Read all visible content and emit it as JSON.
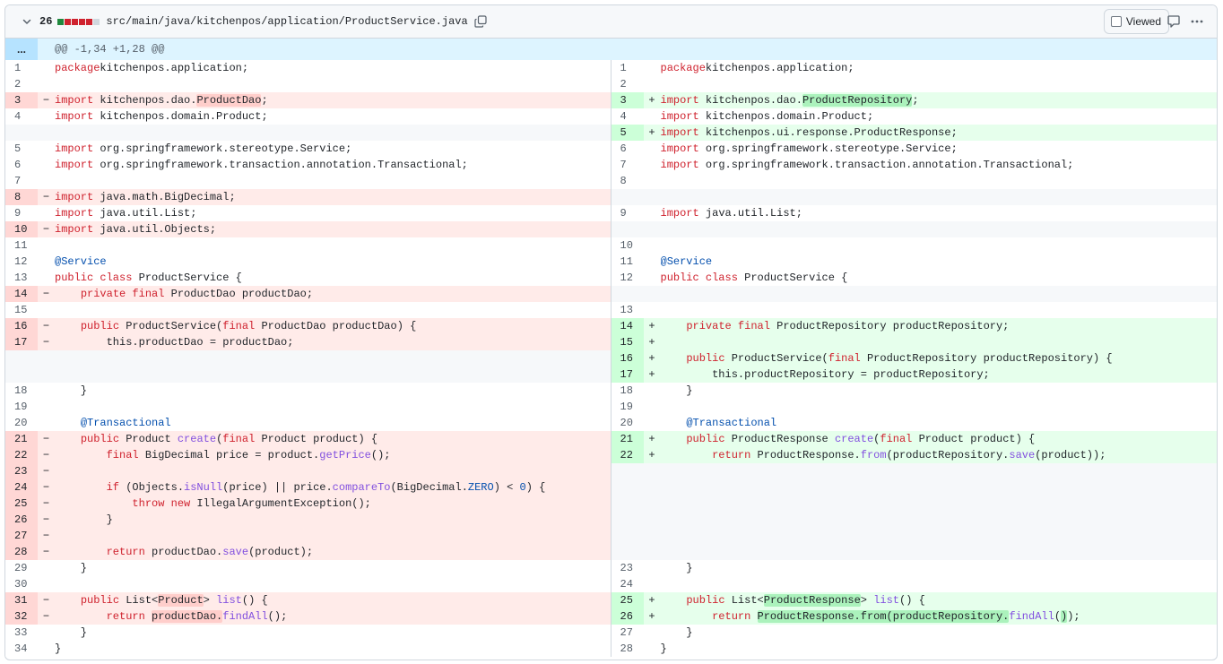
{
  "file": {
    "change_count": "26",
    "path": "src/main/java/kitchenpos/application/ProductService.java",
    "viewed_label": "Viewed",
    "diffstat_colors": [
      "#1f883d",
      "#cf222e",
      "#cf222e",
      "#cf222e",
      "#cf222e",
      "#d0d7de"
    ]
  },
  "hunk": {
    "expand_label": "...",
    "header": "@@ -1,34 +1,28 @@"
  },
  "rows": [
    {
      "l": {
        "t": "ctx",
        "n": "1",
        "c": [
          [
            "k",
            "package"
          ],
          [
            "",
            "kitchenpos.application;"
          ]
        ]
      },
      "r": {
        "t": "ctx",
        "n": "1",
        "c": [
          [
            "k",
            "package"
          ],
          [
            "",
            "kitchenpos.application;"
          ]
        ]
      }
    },
    {
      "l": {
        "t": "ctx",
        "n": "2",
        "c": []
      },
      "r": {
        "t": "ctx",
        "n": "2",
        "c": []
      }
    },
    {
      "l": {
        "t": "del",
        "n": "3",
        "c": [
          [
            "k",
            "import"
          ],
          [
            "",
            " kitchenpos.dao."
          ],
          [
            "hd",
            "ProductDao"
          ],
          [
            "",
            ";"
          ]
        ]
      },
      "r": {
        "t": "add",
        "n": "3",
        "c": [
          [
            "k",
            "import"
          ],
          [
            "",
            " kitchenpos.dao."
          ],
          [
            "ha",
            "ProductRepository"
          ],
          [
            "",
            ";"
          ]
        ]
      }
    },
    {
      "l": {
        "t": "ctx",
        "n": "4",
        "c": [
          [
            "k",
            "import"
          ],
          [
            "",
            " kitchenpos.domain.Product;"
          ]
        ]
      },
      "r": {
        "t": "ctx",
        "n": "4",
        "c": [
          [
            "k",
            "import"
          ],
          [
            "",
            " kitchenpos.domain.Product;"
          ]
        ]
      }
    },
    {
      "l": {
        "t": "empty"
      },
      "r": {
        "t": "add",
        "n": "5",
        "c": [
          [
            "k",
            "import"
          ],
          [
            "",
            " kitchenpos.ui.response.ProductResponse;"
          ]
        ]
      }
    },
    {
      "l": {
        "t": "ctx",
        "n": "5",
        "c": [
          [
            "k",
            "import"
          ],
          [
            "",
            " org.springframework.stereotype.Service;"
          ]
        ]
      },
      "r": {
        "t": "ctx",
        "n": "6",
        "c": [
          [
            "k",
            "import"
          ],
          [
            "",
            " org.springframework.stereotype.Service;"
          ]
        ]
      }
    },
    {
      "l": {
        "t": "ctx",
        "n": "6",
        "c": [
          [
            "k",
            "import"
          ],
          [
            "",
            " org.springframework.transaction.annotation.Transactional;"
          ]
        ]
      },
      "r": {
        "t": "ctx",
        "n": "7",
        "c": [
          [
            "k",
            "import"
          ],
          [
            "",
            " org.springframework.transaction.annotation.Transactional;"
          ]
        ]
      }
    },
    {
      "l": {
        "t": "ctx",
        "n": "7",
        "c": []
      },
      "r": {
        "t": "ctx",
        "n": "8",
        "c": []
      }
    },
    {
      "l": {
        "t": "del",
        "n": "8",
        "c": [
          [
            "k",
            "import"
          ],
          [
            "",
            " java.math.BigDecimal;"
          ]
        ]
      },
      "r": {
        "t": "empty"
      }
    },
    {
      "l": {
        "t": "ctx",
        "n": "9",
        "c": [
          [
            "k",
            "import"
          ],
          [
            "",
            " java.util.List;"
          ]
        ]
      },
      "r": {
        "t": "ctx",
        "n": "9",
        "c": [
          [
            "k",
            "import"
          ],
          [
            "",
            " java.util.List;"
          ]
        ]
      }
    },
    {
      "l": {
        "t": "del",
        "n": "10",
        "c": [
          [
            "k",
            "import"
          ],
          [
            "",
            " java.util.Objects;"
          ]
        ]
      },
      "r": {
        "t": "empty"
      }
    },
    {
      "l": {
        "t": "ctx",
        "n": "11",
        "c": []
      },
      "r": {
        "t": "ctx",
        "n": "10",
        "c": []
      }
    },
    {
      "l": {
        "t": "ctx",
        "n": "12",
        "c": [
          [
            "a",
            "@Service"
          ]
        ]
      },
      "r": {
        "t": "ctx",
        "n": "11",
        "c": [
          [
            "a",
            "@Service"
          ]
        ]
      }
    },
    {
      "l": {
        "t": "ctx",
        "n": "13",
        "c": [
          [
            "k",
            "public class"
          ],
          [
            "",
            " ProductService {"
          ]
        ]
      },
      "r": {
        "t": "ctx",
        "n": "12",
        "c": [
          [
            "k",
            "public class"
          ],
          [
            "",
            " ProductService {"
          ]
        ]
      }
    },
    {
      "l": {
        "t": "del",
        "n": "14",
        "c": [
          [
            "",
            "    "
          ],
          [
            "k",
            "private final"
          ],
          [
            "",
            " ProductDao productDao;"
          ]
        ]
      },
      "r": {
        "t": "empty"
      }
    },
    {
      "l": {
        "t": "ctx",
        "n": "15",
        "c": []
      },
      "r": {
        "t": "ctx",
        "n": "13",
        "c": []
      }
    },
    {
      "l": {
        "t": "del",
        "n": "16",
        "c": [
          [
            "",
            "    "
          ],
          [
            "k",
            "public"
          ],
          [
            "",
            " ProductService("
          ],
          [
            "k",
            "final"
          ],
          [
            "",
            " ProductDao productDao) {"
          ]
        ]
      },
      "r": {
        "t": "add",
        "n": "14",
        "c": [
          [
            "",
            "    "
          ],
          [
            "k",
            "private final"
          ],
          [
            "",
            " ProductRepository productRepository;"
          ]
        ]
      }
    },
    {
      "l": {
        "t": "del",
        "n": "17",
        "c": [
          [
            "",
            "        this.productDao = productDao;"
          ]
        ]
      },
      "r": {
        "t": "add",
        "n": "15",
        "c": []
      }
    },
    {
      "l": {
        "t": "empty"
      },
      "r": {
        "t": "add",
        "n": "16",
        "c": [
          [
            "",
            "    "
          ],
          [
            "k",
            "public"
          ],
          [
            "",
            " ProductService("
          ],
          [
            "k",
            "final"
          ],
          [
            "",
            " ProductRepository productRepository) {"
          ]
        ]
      }
    },
    {
      "l": {
        "t": "empty"
      },
      "r": {
        "t": "add",
        "n": "17",
        "c": [
          [
            "",
            "        this.productRepository = productRepository;"
          ]
        ]
      }
    },
    {
      "l": {
        "t": "ctx",
        "n": "18",
        "c": [
          [
            "",
            "    }"
          ]
        ]
      },
      "r": {
        "t": "ctx",
        "n": "18",
        "c": [
          [
            "",
            "    }"
          ]
        ]
      }
    },
    {
      "l": {
        "t": "ctx",
        "n": "19",
        "c": []
      },
      "r": {
        "t": "ctx",
        "n": "19",
        "c": []
      }
    },
    {
      "l": {
        "t": "ctx",
        "n": "20",
        "c": [
          [
            "",
            "    "
          ],
          [
            "a",
            "@Transactional"
          ]
        ]
      },
      "r": {
        "t": "ctx",
        "n": "20",
        "c": [
          [
            "",
            "    "
          ],
          [
            "a",
            "@Transactional"
          ]
        ]
      }
    },
    {
      "l": {
        "t": "del",
        "n": "21",
        "c": [
          [
            "",
            "    "
          ],
          [
            "k",
            "public"
          ],
          [
            "",
            " Product "
          ],
          [
            "f",
            "create"
          ],
          [
            "",
            "("
          ],
          [
            "k",
            "final"
          ],
          [
            "",
            " Product product) {"
          ]
        ]
      },
      "r": {
        "t": "add",
        "n": "21",
        "c": [
          [
            "",
            "    "
          ],
          [
            "k",
            "public"
          ],
          [
            "",
            " ProductResponse "
          ],
          [
            "f",
            "create"
          ],
          [
            "",
            "("
          ],
          [
            "k",
            "final"
          ],
          [
            "",
            " Product product) {"
          ]
        ]
      }
    },
    {
      "l": {
        "t": "del",
        "n": "22",
        "c": [
          [
            "",
            "        "
          ],
          [
            "k",
            "final"
          ],
          [
            "",
            " BigDecimal price = product."
          ],
          [
            "f",
            "getPrice"
          ],
          [
            "",
            "();"
          ]
        ]
      },
      "r": {
        "t": "add",
        "n": "22",
        "c": [
          [
            "",
            "        "
          ],
          [
            "k",
            "return"
          ],
          [
            "",
            " ProductResponse."
          ],
          [
            "f",
            "from"
          ],
          [
            "",
            "(productRepository."
          ],
          [
            "f",
            "save"
          ],
          [
            "",
            "(product));"
          ]
        ]
      }
    },
    {
      "l": {
        "t": "del",
        "n": "23",
        "c": []
      },
      "r": {
        "t": "empty"
      }
    },
    {
      "l": {
        "t": "del",
        "n": "24",
        "c": [
          [
            "",
            "        "
          ],
          [
            "k",
            "if"
          ],
          [
            "",
            " (Objects."
          ],
          [
            "f",
            "isNull"
          ],
          [
            "",
            "(price) || price."
          ],
          [
            "f",
            "compareTo"
          ],
          [
            "",
            "(BigDecimal."
          ],
          [
            "n",
            "ZERO"
          ],
          [
            "",
            ") < "
          ],
          [
            "n",
            "0"
          ],
          [
            "",
            ") {"
          ]
        ]
      },
      "r": {
        "t": "empty"
      }
    },
    {
      "l": {
        "t": "del",
        "n": "25",
        "c": [
          [
            "",
            "            "
          ],
          [
            "k",
            "throw new"
          ],
          [
            "",
            " IllegalArgumentException();"
          ]
        ]
      },
      "r": {
        "t": "empty"
      }
    },
    {
      "l": {
        "t": "del",
        "n": "26",
        "c": [
          [
            "",
            "        }"
          ]
        ]
      },
      "r": {
        "t": "empty"
      }
    },
    {
      "l": {
        "t": "del",
        "n": "27",
        "c": []
      },
      "r": {
        "t": "empty"
      }
    },
    {
      "l": {
        "t": "del",
        "n": "28",
        "c": [
          [
            "",
            "        "
          ],
          [
            "k",
            "return"
          ],
          [
            "",
            " productDao."
          ],
          [
            "f",
            "save"
          ],
          [
            "",
            "(product);"
          ]
        ]
      },
      "r": {
        "t": "empty"
      }
    },
    {
      "l": {
        "t": "ctx",
        "n": "29",
        "c": [
          [
            "",
            "    }"
          ]
        ]
      },
      "r": {
        "t": "ctx",
        "n": "23",
        "c": [
          [
            "",
            "    }"
          ]
        ]
      }
    },
    {
      "l": {
        "t": "ctx",
        "n": "30",
        "c": []
      },
      "r": {
        "t": "ctx",
        "n": "24",
        "c": []
      }
    },
    {
      "l": {
        "t": "del",
        "n": "31",
        "c": [
          [
            "",
            "    "
          ],
          [
            "k",
            "public"
          ],
          [
            "",
            " List<"
          ],
          [
            "hd",
            "Product"
          ],
          [
            "",
            "> "
          ],
          [
            "f",
            "list"
          ],
          [
            "",
            "() {"
          ]
        ]
      },
      "r": {
        "t": "add",
        "n": "25",
        "c": [
          [
            "",
            "    "
          ],
          [
            "k",
            "public"
          ],
          [
            "",
            " List<"
          ],
          [
            "ha",
            "ProductResponse"
          ],
          [
            "",
            "> "
          ],
          [
            "f",
            "list"
          ],
          [
            "",
            "() {"
          ]
        ]
      }
    },
    {
      "l": {
        "t": "del",
        "n": "32",
        "c": [
          [
            "",
            "        "
          ],
          [
            "k",
            "return"
          ],
          [
            "",
            " "
          ],
          [
            "hd",
            "productDao."
          ],
          [
            "f",
            "findAll"
          ],
          [
            "",
            "();"
          ]
        ]
      },
      "r": {
        "t": "add",
        "n": "26",
        "c": [
          [
            "",
            "        "
          ],
          [
            "k",
            "return"
          ],
          [
            "",
            " "
          ],
          [
            "ha",
            "ProductResponse.from(productRepository."
          ],
          [
            "f",
            "findAll"
          ],
          [
            "",
            "("
          ],
          [
            "ha",
            ")"
          ],
          [
            "",
            ");"
          ]
        ]
      }
    },
    {
      "l": {
        "t": "ctx",
        "n": "33",
        "c": [
          [
            "",
            "    }"
          ]
        ]
      },
      "r": {
        "t": "ctx",
        "n": "27",
        "c": [
          [
            "",
            "    }"
          ]
        ]
      }
    },
    {
      "l": {
        "t": "ctx",
        "n": "34",
        "c": [
          [
            "",
            "}"
          ]
        ]
      },
      "r": {
        "t": "ctx",
        "n": "28",
        "c": [
          [
            "",
            "}"
          ]
        ]
      }
    }
  ]
}
